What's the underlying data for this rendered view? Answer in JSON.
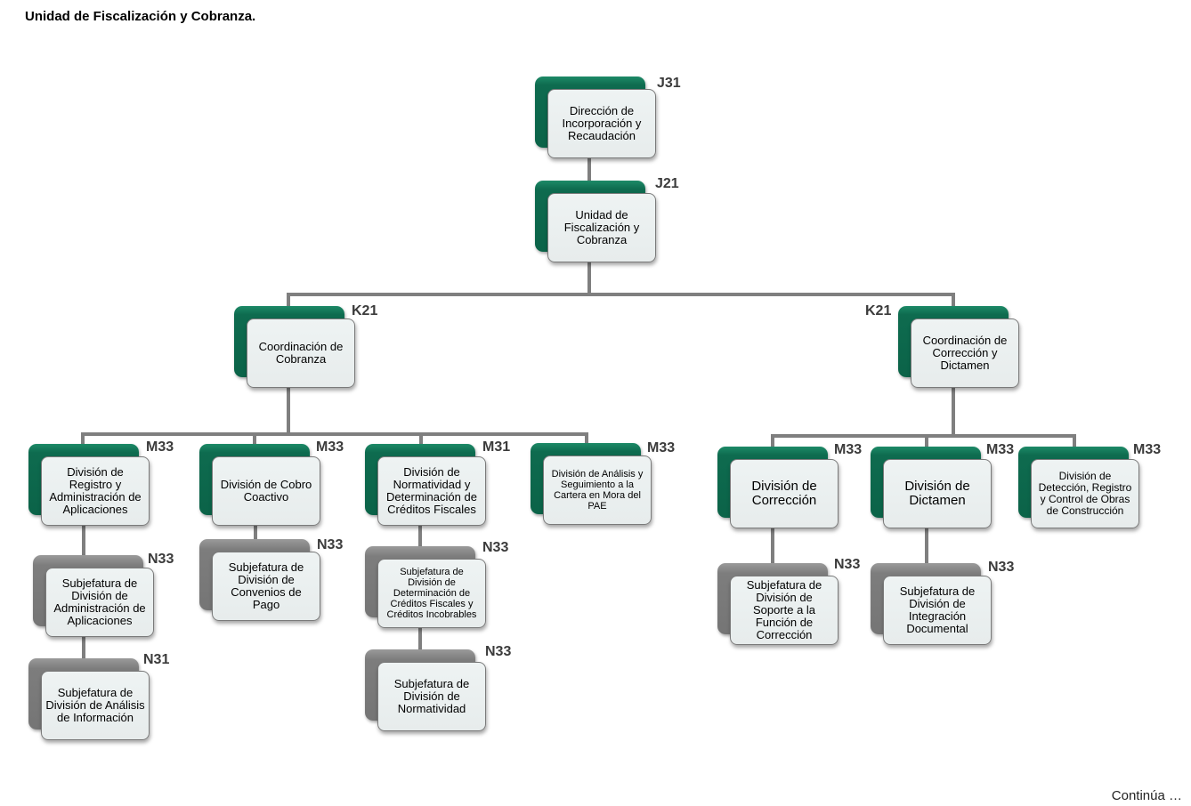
{
  "header": {
    "title": "Unidad de Fiscalización y Cobranza."
  },
  "footer": {
    "continua": "Continúa …"
  },
  "nodes": {
    "direccion": {
      "label": "Dirección de Incorporación y Recaudación",
      "code": "J31"
    },
    "unidad": {
      "label": "Unidad de Fiscalización y Cobranza",
      "code": "J21"
    },
    "coord_cobranza": {
      "label": "Coordinación de Cobranza",
      "code": "K21"
    },
    "coord_correccion": {
      "label": "Coordinación de Corrección y Dictamen",
      "code": "K21"
    },
    "div_registro": {
      "label": "División de Registro y Administración de Aplicaciones",
      "code": "M33"
    },
    "div_cobro": {
      "label": "División de Cobro Coactivo",
      "code": "M33"
    },
    "div_normatividad": {
      "label": "División de Normatividad y Determinación de Créditos Fiscales",
      "code": "M31"
    },
    "div_analisis": {
      "label": "División de Análisis y Seguimiento a la Cartera en Mora del PAE",
      "code": "M33"
    },
    "sub_admin_aplic": {
      "label": "Subjefatura de División de Administración de Aplicaciones",
      "code": "N33"
    },
    "sub_analisis_info": {
      "label": "Subjefatura de División de Análisis de Información",
      "code": "N31"
    },
    "sub_convenios": {
      "label": "Subjefatura de División de Convenios de Pago",
      "code": "N33"
    },
    "sub_determinacion": {
      "label": "Subjefatura de División de Determinación de Créditos Fiscales y Créditos Incobrables",
      "code": "N33"
    },
    "sub_normatividad": {
      "label": "Subjefatura de División de Normatividad",
      "code": "N33"
    },
    "div_correccion": {
      "label": "División de Corrección",
      "code": "M33"
    },
    "div_dictamen": {
      "label": "División de Dictamen",
      "code": "M33"
    },
    "div_deteccion": {
      "label": "División de Detección, Registro y Control de Obras de Construcción",
      "code": "M33"
    },
    "sub_soporte": {
      "label": "Subjefatura de División de Soporte a la Función de Corrección",
      "code": "N33"
    },
    "sub_integracion": {
      "label": "Subjefatura de División de Integración Documental",
      "code": "N33"
    }
  },
  "colors": {
    "director_green": "#0e6b4f",
    "staff_gray": "#7d7d7d",
    "connector": "#7f7f7f",
    "card": "#e9eeee"
  }
}
